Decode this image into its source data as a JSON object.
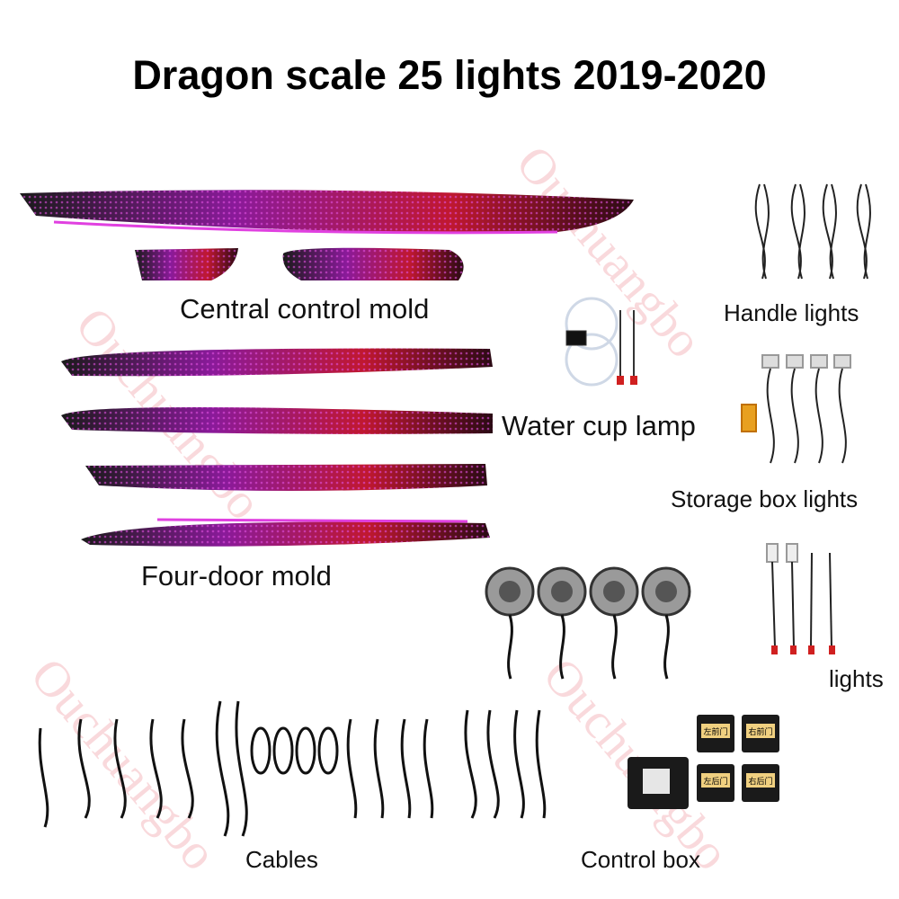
{
  "title": "Dragon scale 25 lights 2019-2020",
  "labels": {
    "central": "Central control mold",
    "water": "Water cup lamp",
    "fourdoor": "Four-door mold",
    "handle": "Handle lights",
    "storage": "Storage box lights",
    "partial": "lights",
    "cables": "Cables",
    "control": "Control box"
  },
  "watermark": "Ouchuangbo",
  "colors": {
    "strip_dark": "#1a1a1a",
    "strip_purple": "#a020a0",
    "strip_red": "#d01828",
    "glow": "#e040e0"
  },
  "control_box_tags": [
    "左前门",
    "右前门",
    "左后门",
    "右后门"
  ]
}
